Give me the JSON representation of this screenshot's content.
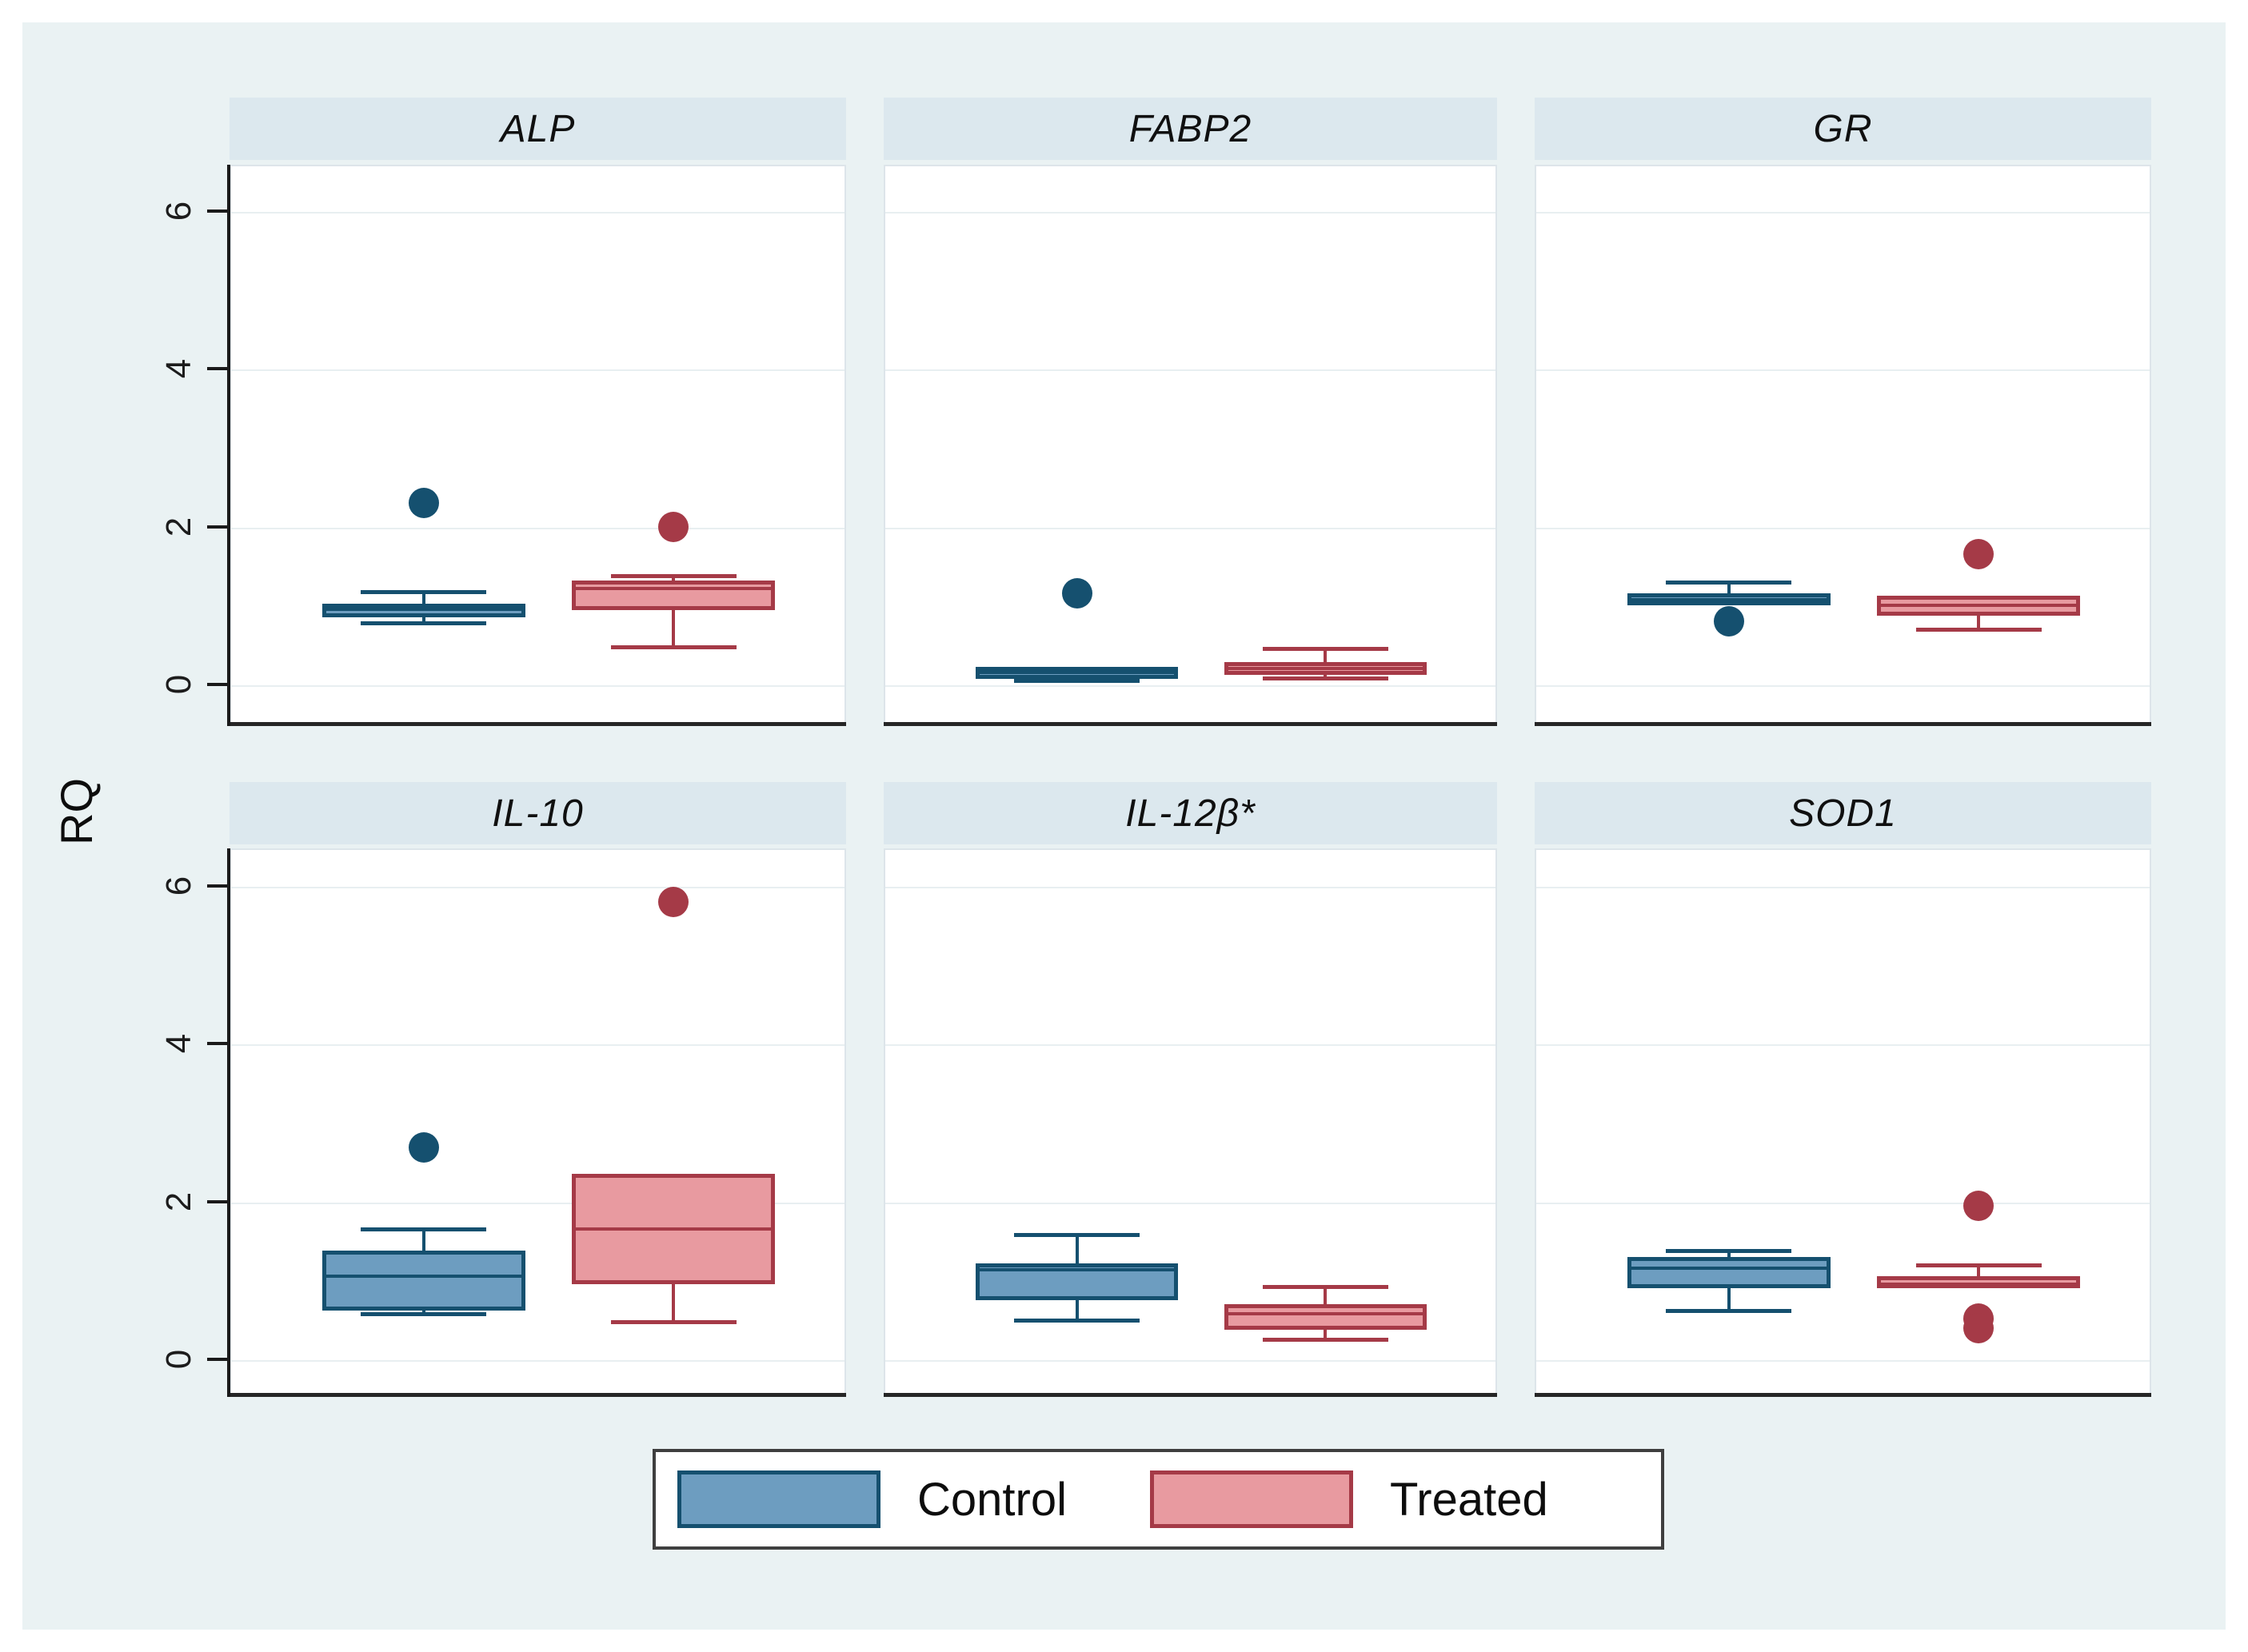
{
  "figure": {
    "background": "#ffffff",
    "canvas_background": "#eaf2f3",
    "ylabel": "RQ"
  },
  "legend": {
    "items": [
      {
        "label": "Control",
        "swatch": "control"
      },
      {
        "label": "Treated",
        "swatch": "treated"
      }
    ]
  },
  "colors": {
    "control_fill": "#6d9dc0",
    "control_stroke": "#15506f",
    "treated_fill": "#e89aa0",
    "treated_stroke": "#a53a47",
    "header_background": "#dce8ee",
    "grid": "#e8eff1",
    "axis": "#262626",
    "legend_border": "#3f3f3f",
    "title_text": "#101010",
    "tick_text": "#1c1c1c"
  },
  "chart_data": {
    "type": "boxplot",
    "layout": {
      "rows": 2,
      "cols": 3,
      "legend_position": "bottom",
      "grid": true
    },
    "ylabel": "RQ",
    "yticks": [
      0,
      2,
      4,
      6
    ],
    "ylim": [
      -0.5,
      6.6
    ],
    "groups": [
      "Control",
      "Treated"
    ],
    "panels": [
      {
        "title": "ALP",
        "series": [
          {
            "group": "Control",
            "whisker_low": 0.78,
            "q1": 0.85,
            "median": 0.95,
            "q3": 1.02,
            "whisker_high": 1.18,
            "outliers": [
              2.3
            ]
          },
          {
            "group": "Treated",
            "whisker_low": 0.48,
            "q1": 0.95,
            "median": 1.22,
            "q3": 1.32,
            "whisker_high": 1.38,
            "outliers": [
              2.0
            ]
          }
        ]
      },
      {
        "title": "FABP2",
        "series": [
          {
            "group": "Control",
            "whisker_low": 0.05,
            "q1": 0.07,
            "median": 0.15,
            "q3": 0.22,
            "whisker_high": 0.22,
            "outliers": [
              1.15
            ]
          },
          {
            "group": "Treated",
            "whisker_low": 0.08,
            "q1": 0.12,
            "median": 0.2,
            "q3": 0.28,
            "whisker_high": 0.46,
            "outliers": []
          }
        ]
      },
      {
        "title": "GR",
        "series": [
          {
            "group": "Control",
            "whisker_low": 1.0,
            "q1": 1.0,
            "median": 1.07,
            "q3": 1.15,
            "whisker_high": 1.3,
            "outliers": [
              0.8
            ]
          },
          {
            "group": "Treated",
            "whisker_low": 0.7,
            "q1": 0.87,
            "median": 1.0,
            "q3": 1.12,
            "whisker_high": 1.12,
            "outliers": [
              1.65
            ]
          }
        ]
      },
      {
        "title": "IL-10",
        "series": [
          {
            "group": "Control",
            "whisker_low": 0.58,
            "q1": 0.62,
            "median": 1.05,
            "q3": 1.38,
            "whisker_high": 1.65,
            "outliers": [
              2.68
            ]
          },
          {
            "group": "Treated",
            "whisker_low": 0.48,
            "q1": 0.95,
            "median": 1.65,
            "q3": 2.35,
            "whisker_high": 2.35,
            "outliers": [
              5.8
            ]
          }
        ]
      },
      {
        "title": "IL-12β*",
        "series": [
          {
            "group": "Control",
            "whisker_low": 0.5,
            "q1": 0.75,
            "median": 1.13,
            "q3": 1.22,
            "whisker_high": 1.58,
            "outliers": []
          },
          {
            "group": "Treated",
            "whisker_low": 0.25,
            "q1": 0.38,
            "median": 0.58,
            "q3": 0.7,
            "whisker_high": 0.92,
            "outliers": []
          }
        ]
      },
      {
        "title": "SOD1",
        "series": [
          {
            "group": "Control",
            "whisker_low": 0.62,
            "q1": 0.9,
            "median": 1.15,
            "q3": 1.3,
            "whisker_high": 1.38,
            "outliers": []
          },
          {
            "group": "Treated",
            "whisker_low": 0.9,
            "q1": 0.9,
            "median": 0.95,
            "q3": 1.05,
            "whisker_high": 1.2,
            "outliers": [
              1.95,
              0.52,
              0.4
            ]
          }
        ]
      }
    ]
  }
}
